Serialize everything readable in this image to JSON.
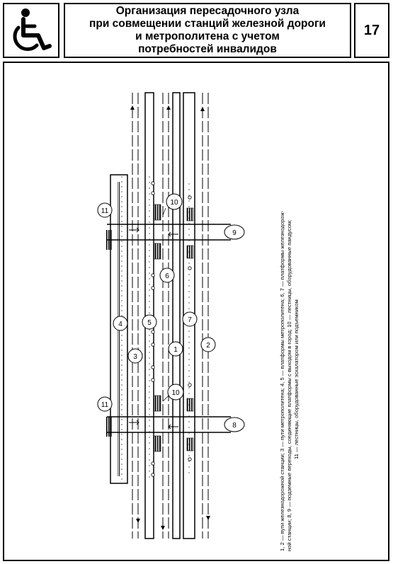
{
  "header": {
    "icon": "wheelchair-icon",
    "title": "Организация пересадочного узла\nпри совмещении станций железной дороги\nи метрополитена с учетом\nпотребностей инвалидов",
    "sheet_number": "17"
  },
  "diagram": {
    "labels": {
      "l1": "1",
      "l2": "2",
      "l3": "3",
      "l4": "4",
      "l5": "5",
      "l6": "6",
      "l7": "7",
      "l8": "8",
      "l9": "9",
      "l10a": "10",
      "l10b": "10",
      "l11a": "11",
      "l11b": "11"
    },
    "caption": {
      "line1": "1, 2 — пути железнодорожной станции; 3 — пути метрополитена; 4, 5 — платформы метрополитена; 6, 7 — платформы железнодорож-",
      "line2": "ной станции; 8, 9 — подземные переходы, соединяющие платформы с выходом в город; 10 — лестницы, оборудованные пандусом;",
      "line3": "11 — лестницы, оборудованные эскалатором или подъемником"
    }
  }
}
